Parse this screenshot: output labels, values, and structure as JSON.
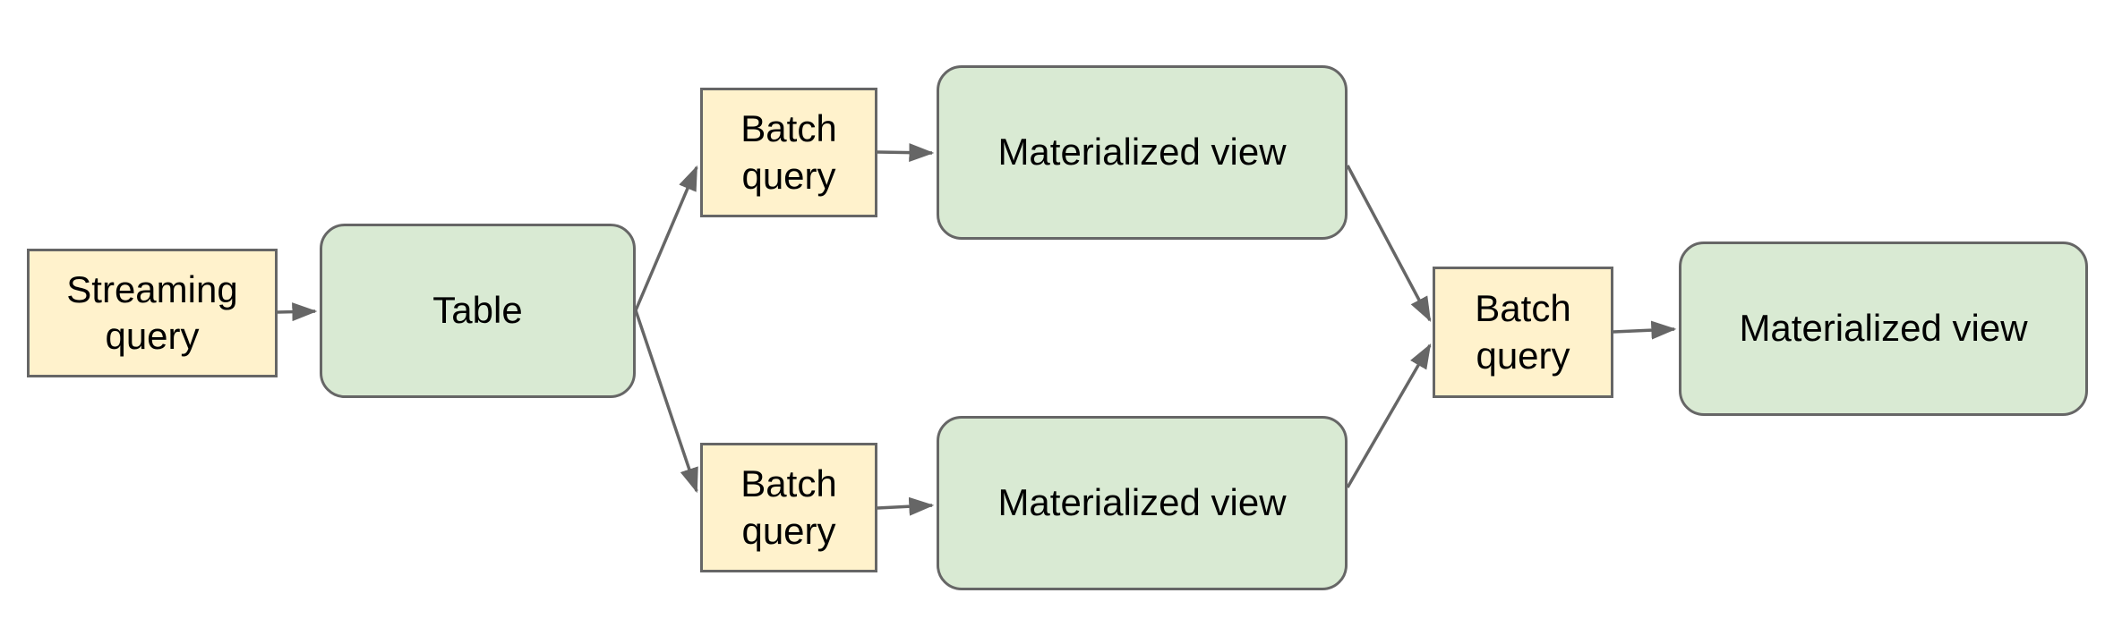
{
  "diagram": {
    "type": "flowchart",
    "nodes": [
      {
        "id": "streaming-query",
        "label": "Streaming query",
        "kind": "query"
      },
      {
        "id": "table",
        "label": "Table",
        "kind": "view"
      },
      {
        "id": "batch-query-top",
        "label": "Batch query",
        "kind": "query"
      },
      {
        "id": "materialized-view-top",
        "label": "Materialized view",
        "kind": "view"
      },
      {
        "id": "batch-query-bottom",
        "label": "Batch query",
        "kind": "query"
      },
      {
        "id": "materialized-view-bottom",
        "label": "Materialized view",
        "kind": "view"
      },
      {
        "id": "batch-query-right",
        "label": "Batch query",
        "kind": "query"
      },
      {
        "id": "materialized-view-final",
        "label": "Materialized view",
        "kind": "view"
      }
    ],
    "edges": [
      {
        "from": "streaming-query",
        "to": "table"
      },
      {
        "from": "table",
        "to": "batch-query-top"
      },
      {
        "from": "table",
        "to": "batch-query-bottom"
      },
      {
        "from": "batch-query-top",
        "to": "materialized-view-top"
      },
      {
        "from": "batch-query-bottom",
        "to": "materialized-view-bottom"
      },
      {
        "from": "materialized-view-top",
        "to": "batch-query-right"
      },
      {
        "from": "materialized-view-bottom",
        "to": "batch-query-right"
      },
      {
        "from": "batch-query-right",
        "to": "materialized-view-final"
      }
    ],
    "colors": {
      "query_fill": "#fff2cc",
      "view_fill": "#d9ead3",
      "node_border": "#666666",
      "arrow": "#666666",
      "text": "#000000",
      "background": "#ffffff"
    }
  }
}
